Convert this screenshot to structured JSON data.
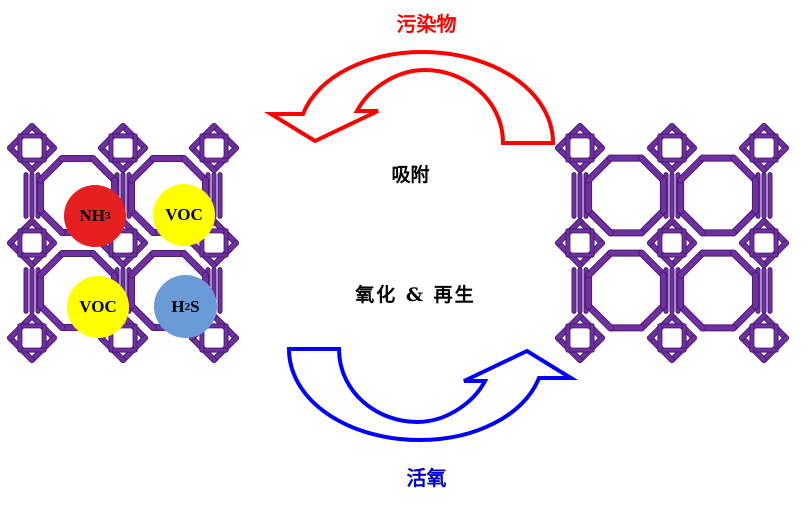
{
  "labels": {
    "pollutant": "污染物",
    "adsorption": "吸附",
    "oxidation_regeneration": "氧化 & 再生",
    "active_oxygen": "活氧"
  },
  "molecules": [
    {
      "main": "NH",
      "sub": "3",
      "tail": "",
      "color": "#e62020"
    },
    {
      "main": "VOC",
      "sub": "",
      "tail": "",
      "color": "#ffff00"
    },
    {
      "main": "VOC",
      "sub": "",
      "tail": "",
      "color": "#ffff00"
    },
    {
      "main": "H",
      "sub": "2",
      "tail": "S",
      "color": "#6a9bd8"
    }
  ],
  "colors": {
    "framework": "#7030a0",
    "framework_dark": "#4b1c78",
    "top_arrow": "#ff0000",
    "bottom_arrow": "#0000ff"
  }
}
